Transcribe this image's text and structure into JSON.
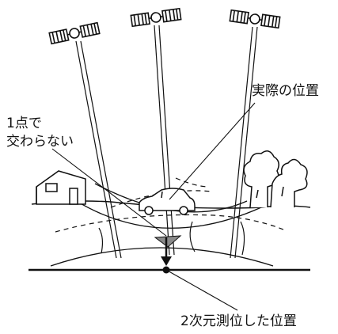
{
  "labels": {
    "actual_position": "実際の位置",
    "no_intersection_line1": "1点で",
    "no_intersection_line2": "交わらない",
    "two_d_position": "2次元測位した位置"
  },
  "colors": {
    "ink": "#111111",
    "shade": "#8a8a8a",
    "satellite_panel": "#ffffff"
  },
  "satellite_count": 3
}
